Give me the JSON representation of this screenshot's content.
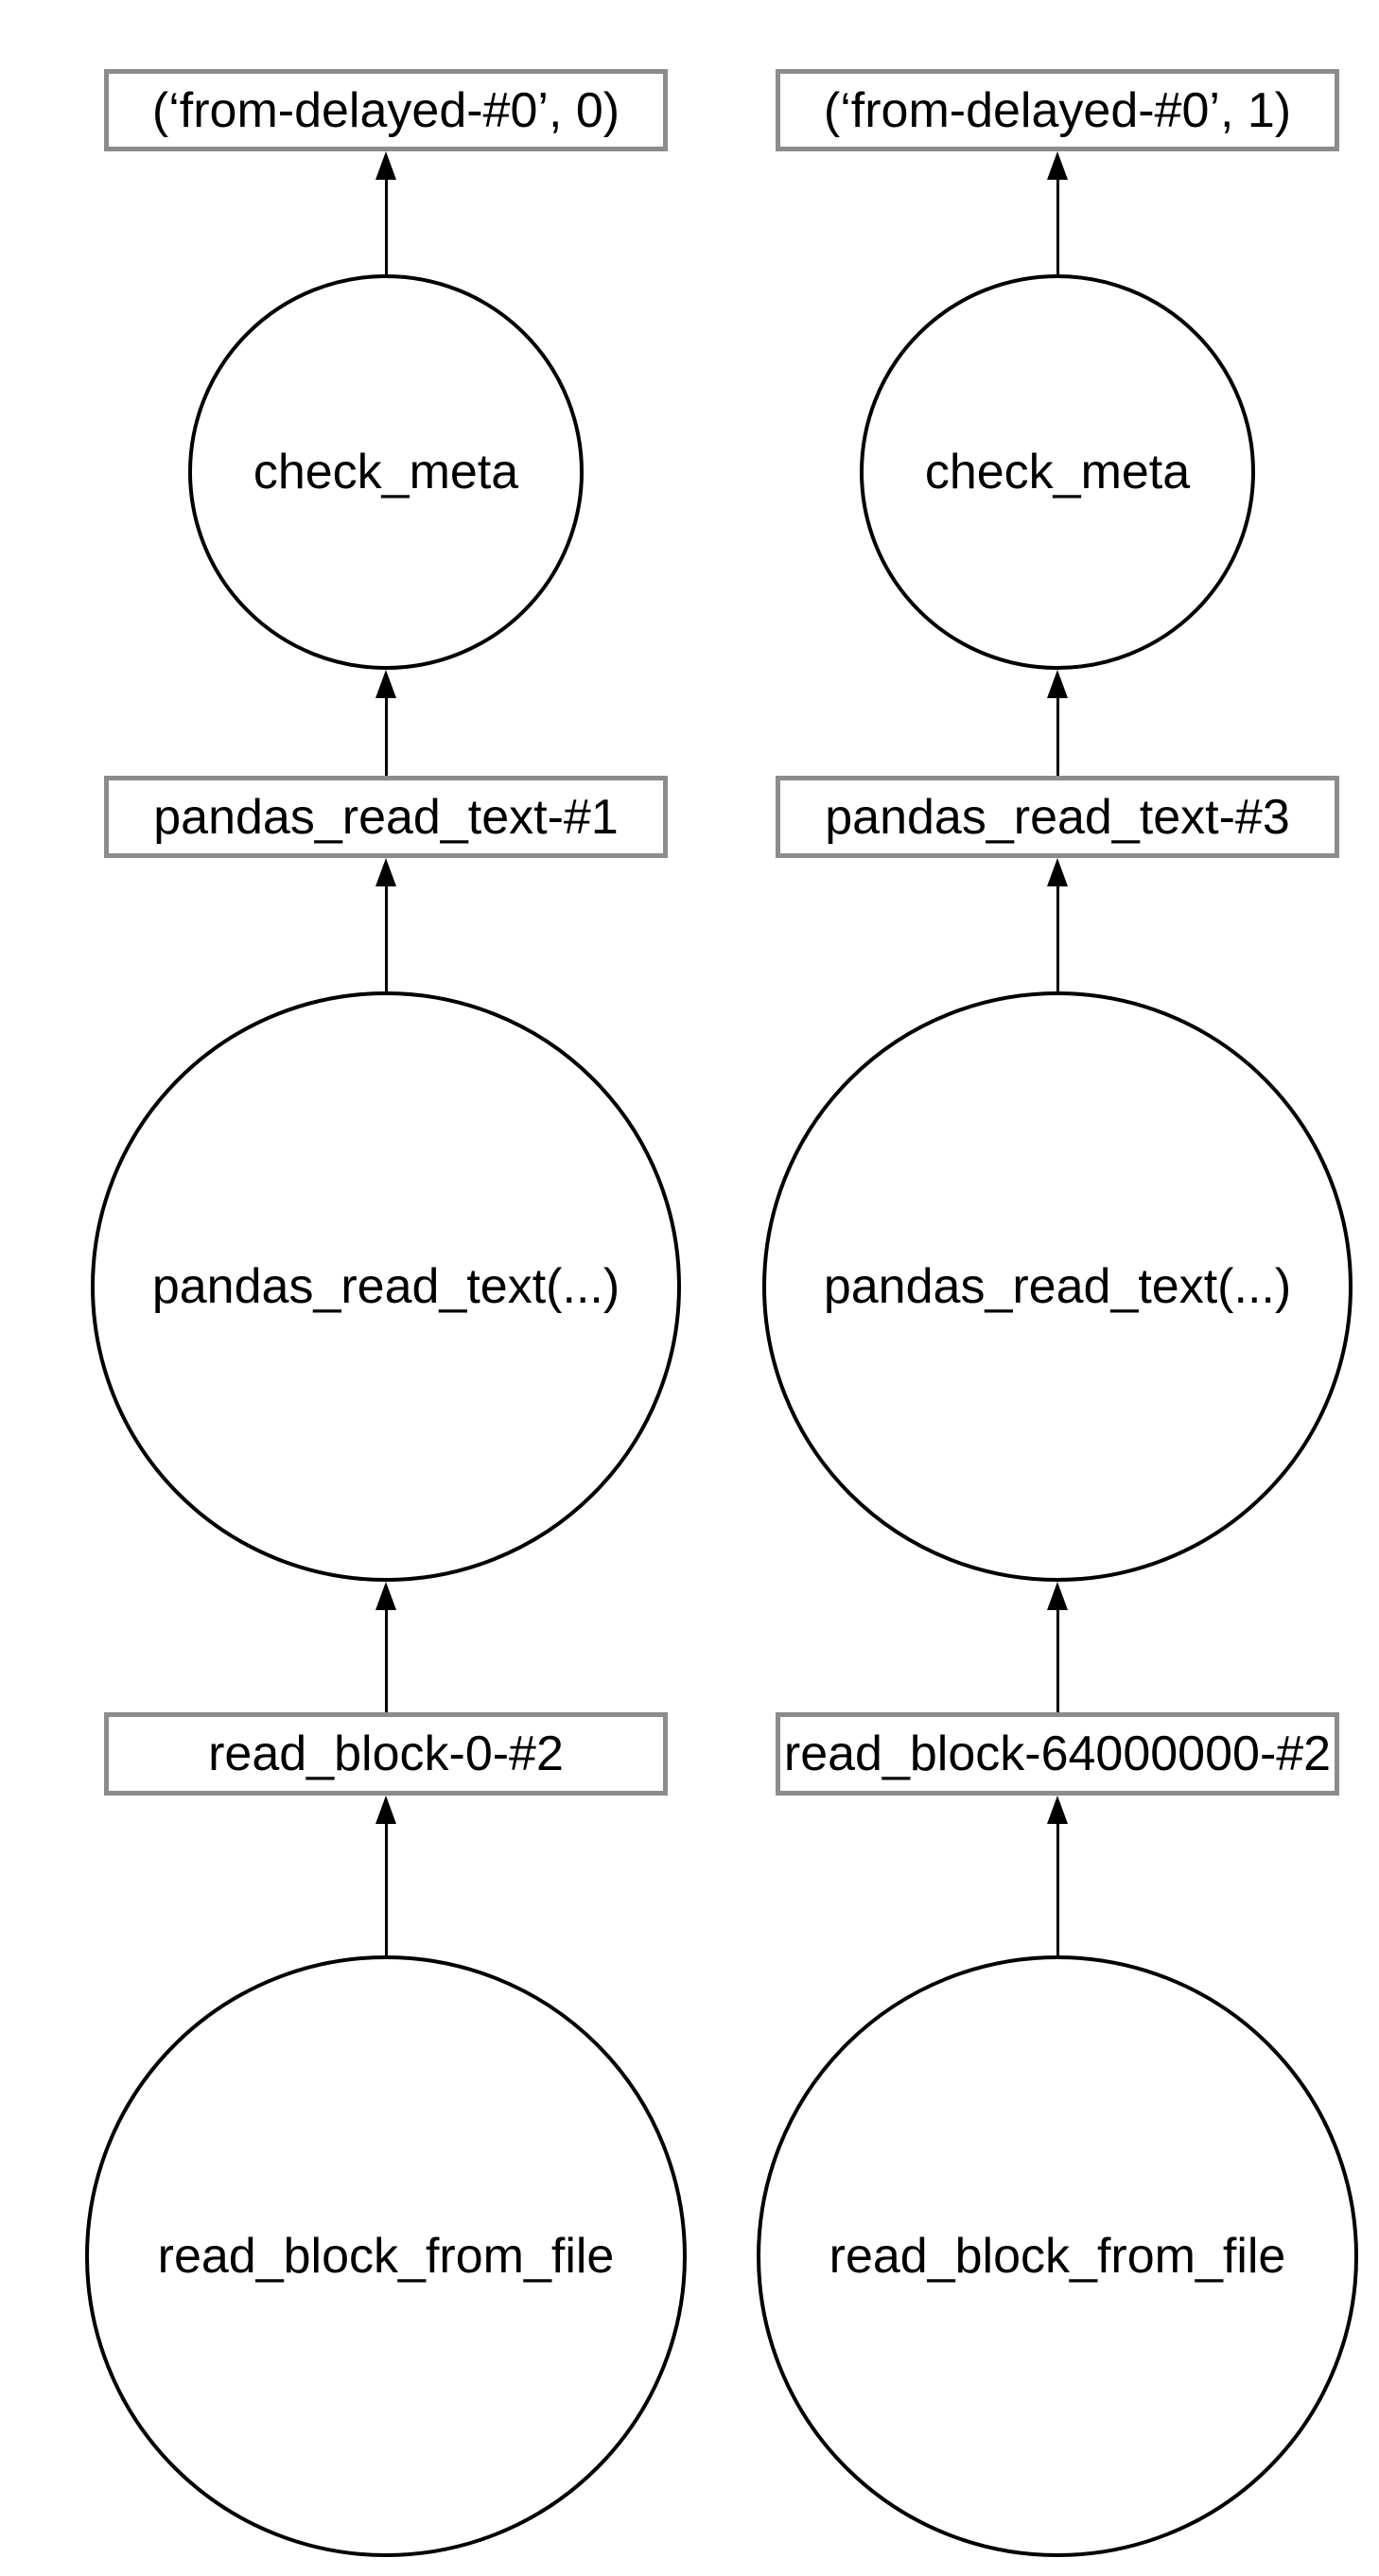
{
  "diagram": {
    "type": "task-graph",
    "flow_direction": "bottom-to-top",
    "colors": {
      "background": "#ffffff",
      "box_border": "#8c8c8c",
      "circle_stroke": "#000000",
      "edge": "#000000",
      "text": "#000000"
    },
    "columns": [
      {
        "id": "partition-0",
        "nodes": [
          {
            "shape": "box",
            "label": "(‘from-delayed-#0’, 0)"
          },
          {
            "shape": "circle",
            "label": "check_meta"
          },
          {
            "shape": "box",
            "label": "pandas_read_text-#1"
          },
          {
            "shape": "circle",
            "label": "pandas_read_text(...)"
          },
          {
            "shape": "box",
            "label": "read_block-0-#2"
          },
          {
            "shape": "circle",
            "label": "read_block_from_file"
          }
        ]
      },
      {
        "id": "partition-1",
        "nodes": [
          {
            "shape": "box",
            "label": "(‘from-delayed-#0’, 1)"
          },
          {
            "shape": "circle",
            "label": "check_meta"
          },
          {
            "shape": "box",
            "label": "pandas_read_text-#3"
          },
          {
            "shape": "circle",
            "label": "pandas_read_text(...)"
          },
          {
            "shape": "box",
            "label": "read_block-64000000-#2"
          },
          {
            "shape": "circle",
            "label": "read_block_from_file"
          }
        ]
      }
    ]
  }
}
